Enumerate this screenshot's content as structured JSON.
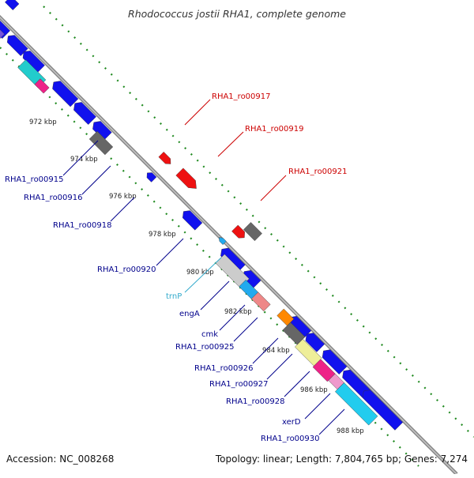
{
  "title": "Rhodococcus jostii RHA1, complete genome",
  "footer": {
    "accession": "Accession: NC_008268",
    "summary": "Topology: linear; Length: 7,804,765 bp; Genes: 7,274"
  },
  "colors": {
    "forward_label": "#cc0000",
    "reverse_label": "#00008b",
    "rna_label": "#33aacc",
    "backbone": "#888888",
    "tick_dots": "#228b22"
  },
  "ticks": [
    "972 kbp",
    "974 kbp",
    "976 kbp",
    "978 kbp",
    "980 kbp",
    "982 kbp",
    "984 kbp",
    "986 kbp",
    "988 kbp"
  ],
  "forward_labels": [
    "RHA1_ro00917",
    "RHA1_ro00919",
    "RHA1_ro00921"
  ],
  "reverse_labels": [
    "RHA1_ro00915",
    "RHA1_ro00916",
    "RHA1_ro00918",
    "RHA1_ro00920",
    "engA",
    "cmk",
    "RHA1_ro00925",
    "RHA1_ro00926",
    "RHA1_ro00927",
    "RHA1_ro00928",
    "xerD",
    "RHA1_ro00930"
  ],
  "rna_labels": [
    "trnP"
  ]
}
